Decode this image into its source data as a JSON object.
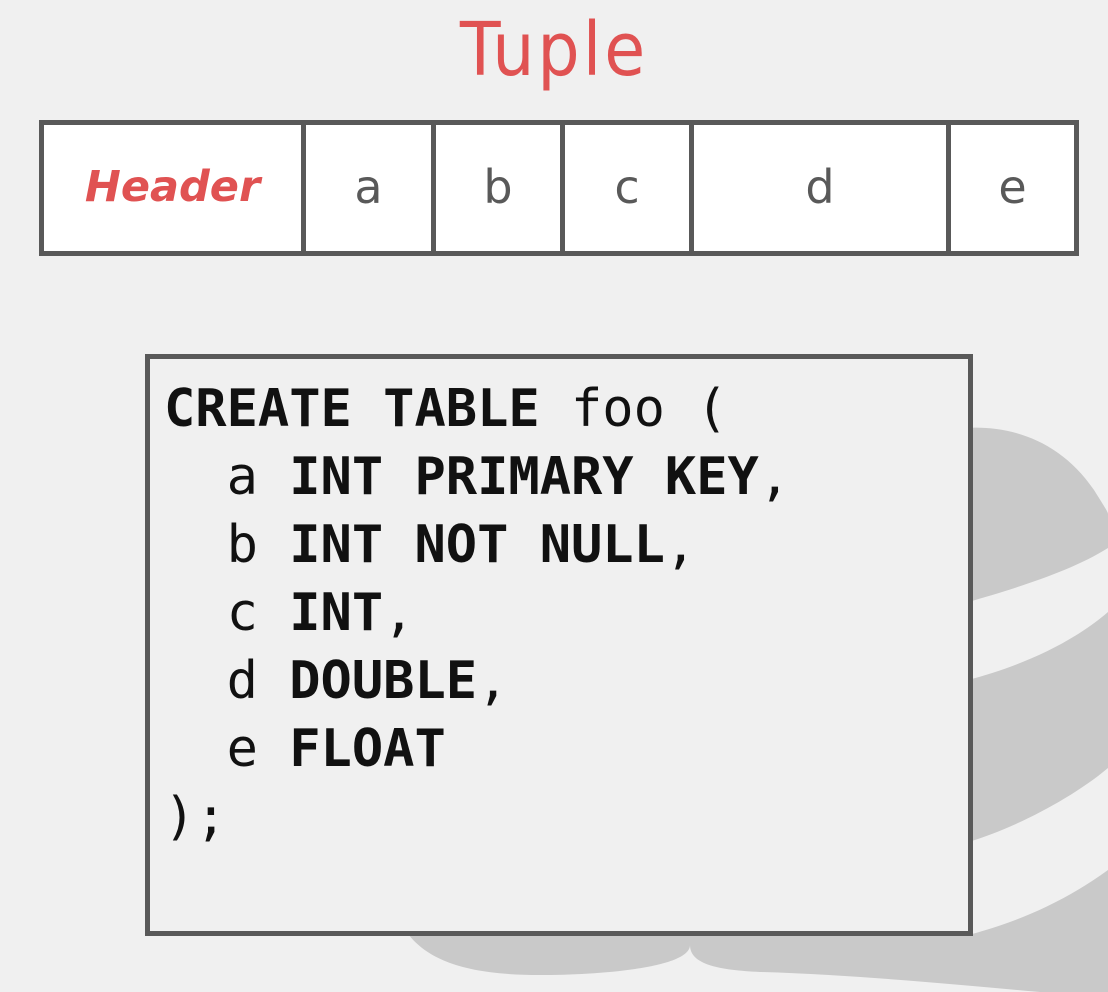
{
  "title": "Tuple",
  "colors": {
    "accent": "#e05252",
    "text": "#111111",
    "border": "#595959",
    "cell_text": "#595959",
    "background": "#f0f0f0",
    "logo": "#c9c9c9"
  },
  "tuple": {
    "cells": [
      {
        "label": "Header",
        "highlight": true
      },
      {
        "label": "a"
      },
      {
        "label": "b"
      },
      {
        "label": "c"
      },
      {
        "label": "d"
      },
      {
        "label": "e"
      }
    ]
  },
  "sql": {
    "lines": [
      {
        "parts": [
          {
            "t": "CREATE TABLE",
            "b": true
          },
          {
            "t": " foo ("
          }
        ]
      },
      {
        "parts": [
          {
            "t": "  a "
          },
          {
            "t": "INT PRIMARY KEY",
            "b": true
          },
          {
            "t": ","
          }
        ]
      },
      {
        "parts": [
          {
            "t": "  b "
          },
          {
            "t": "INT NOT NULL",
            "b": true
          },
          {
            "t": ","
          }
        ]
      },
      {
        "parts": [
          {
            "t": "  c "
          },
          {
            "t": "INT",
            "b": true
          },
          {
            "t": ","
          }
        ]
      },
      {
        "parts": [
          {
            "t": "  d "
          },
          {
            "t": "DOUBLE",
            "b": true
          },
          {
            "t": ","
          }
        ]
      },
      {
        "parts": [
          {
            "t": "  e "
          },
          {
            "t": "FLOAT",
            "b": true
          }
        ]
      },
      {
        "parts": [
          {
            "t": ");"
          }
        ]
      }
    ]
  },
  "background_logo": {
    "icon": "database-cylinder-icon"
  }
}
